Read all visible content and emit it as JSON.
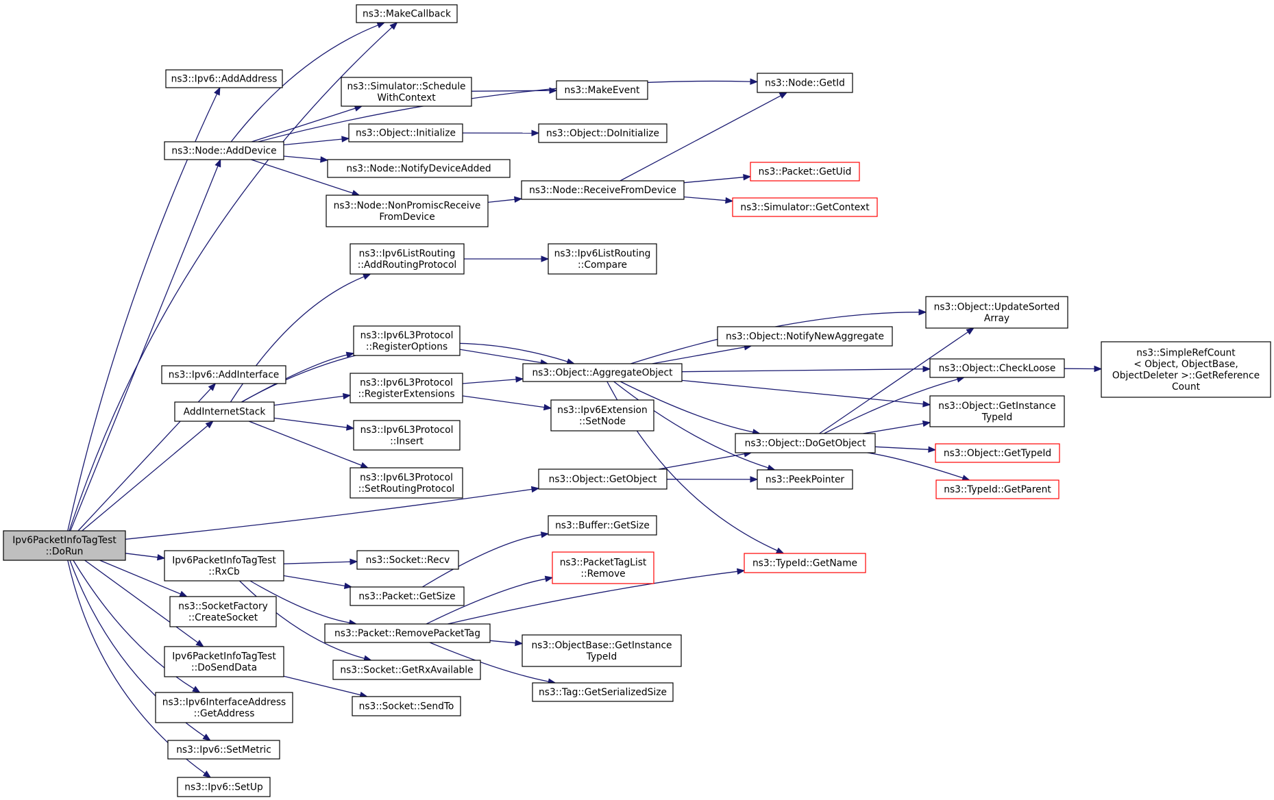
{
  "graph": {
    "title": "",
    "colors": {
      "edge": "#191970",
      "node_border": "#000000",
      "root_fill": "#bfbfbf",
      "external_border": "#ff0000"
    },
    "nodes": [
      {
        "id": "root",
        "lines": [
          "Ipv6PacketInfoTagTest",
          "::DoRun"
        ],
        "root": true
      },
      {
        "id": "makecallback",
        "lines": [
          "ns3::MakeCallback"
        ]
      },
      {
        "id": "ipv6addaddr",
        "lines": [
          "ns3::Ipv6::AddAddress"
        ]
      },
      {
        "id": "nodeadddev",
        "lines": [
          "ns3::Node::AddDevice"
        ]
      },
      {
        "id": "simschedule",
        "lines": [
          "ns3::Simulator::Schedule",
          "WithContext"
        ]
      },
      {
        "id": "objinit",
        "lines": [
          "ns3::Object::Initialize"
        ]
      },
      {
        "id": "notifydev",
        "lines": [
          "ns3::Node::NotifyDeviceAdded"
        ]
      },
      {
        "id": "nonpromisc",
        "lines": [
          "ns3::Node::NonPromiscReceive",
          "FromDevice"
        ]
      },
      {
        "id": "makeevent",
        "lines": [
          "ns3::MakeEvent"
        ]
      },
      {
        "id": "doinit",
        "lines": [
          "ns3::Object::DoInitialize"
        ]
      },
      {
        "id": "recvfromdev",
        "lines": [
          "ns3::Node::ReceiveFromDevice"
        ]
      },
      {
        "id": "getid",
        "lines": [
          "ns3::Node::GetId"
        ]
      },
      {
        "id": "getuid",
        "lines": [
          "ns3::Packet::GetUid"
        ],
        "external": true
      },
      {
        "id": "getcontext",
        "lines": [
          "ns3::Simulator::GetContext"
        ],
        "external": true
      },
      {
        "id": "ipv6addif",
        "lines": [
          "ns3::Ipv6::AddInterface"
        ]
      },
      {
        "id": "addinet",
        "lines": [
          "AddInternetStack"
        ]
      },
      {
        "id": "listaddrp",
        "lines": [
          "ns3::Ipv6ListRouting",
          "::AddRoutingProtocol"
        ]
      },
      {
        "id": "listcompare",
        "lines": [
          "ns3::Ipv6ListRouting",
          "::Compare"
        ]
      },
      {
        "id": "regopts",
        "lines": [
          "ns3::Ipv6L3Protocol",
          "::RegisterOptions"
        ]
      },
      {
        "id": "regext",
        "lines": [
          "ns3::Ipv6L3Protocol",
          "::RegisterExtensions"
        ]
      },
      {
        "id": "l3insert",
        "lines": [
          "ns3::Ipv6L3Protocol",
          "::Insert"
        ]
      },
      {
        "id": "setrp",
        "lines": [
          "ns3::Ipv6L3Protocol",
          "::SetRoutingProtocol"
        ]
      },
      {
        "id": "aggobj",
        "lines": [
          "ns3::Object::AggregateObject"
        ]
      },
      {
        "id": "extsetnode",
        "lines": [
          "ns3::Ipv6Extension",
          "::SetNode"
        ]
      },
      {
        "id": "notifyagg",
        "lines": [
          "ns3::Object::NotifyNewAggregate"
        ]
      },
      {
        "id": "updsorted",
        "lines": [
          "ns3::Object::UpdateSorted",
          "Array"
        ]
      },
      {
        "id": "checkloose",
        "lines": [
          "ns3::Object::CheckLoose"
        ]
      },
      {
        "id": "simplerefcount",
        "lines": [
          "ns3::SimpleRefCount",
          "< Object, ObjectBase,",
          "ObjectDeleter >::GetReference",
          "Count"
        ]
      },
      {
        "id": "getinsttid",
        "lines": [
          "ns3::Object::GetInstance",
          "TypeId"
        ]
      },
      {
        "id": "dogetobj",
        "lines": [
          "ns3::Object::DoGetObject"
        ]
      },
      {
        "id": "gettypeid",
        "lines": [
          "ns3::Object::GetTypeId"
        ],
        "external": true
      },
      {
        "id": "getparent",
        "lines": [
          "ns3::TypeId::GetParent"
        ],
        "external": true
      },
      {
        "id": "getobj",
        "lines": [
          "ns3::Object::GetObject"
        ]
      },
      {
        "id": "peekptr",
        "lines": [
          "ns3::PeekPointer"
        ]
      },
      {
        "id": "rxcb",
        "lines": [
          "Ipv6PacketInfoTagTest",
          "::RxCb"
        ]
      },
      {
        "id": "sockrecv",
        "lines": [
          "ns3::Socket::Recv"
        ]
      },
      {
        "id": "pktgetsize",
        "lines": [
          "ns3::Packet::GetSize"
        ]
      },
      {
        "id": "bufgetsize",
        "lines": [
          "ns3::Buffer::GetSize"
        ]
      },
      {
        "id": "ptlremove",
        "lines": [
          "ns3::PacketTagList",
          "::Remove"
        ],
        "external": true
      },
      {
        "id": "tidgetname",
        "lines": [
          "ns3::TypeId::GetName"
        ],
        "external": true
      },
      {
        "id": "rmpkttag",
        "lines": [
          "ns3::Packet::RemovePacketTag"
        ]
      },
      {
        "id": "objbasegit",
        "lines": [
          "ns3::ObjectBase::GetInstance",
          "TypeId"
        ]
      },
      {
        "id": "taggetser",
        "lines": [
          "ns3::Tag::GetSerializedSize"
        ]
      },
      {
        "id": "sockfactory",
        "lines": [
          "ns3::SocketFactory",
          "::CreateSocket"
        ]
      },
      {
        "id": "dosenddata",
        "lines": [
          "Ipv6PacketInfoTagTest",
          "::DoSendData"
        ]
      },
      {
        "id": "getrxavail",
        "lines": [
          "ns3::Socket::GetRxAvailable"
        ]
      },
      {
        "id": "sendto",
        "lines": [
          "ns3::Socket::SendTo"
        ]
      },
      {
        "id": "ifaddrget",
        "lines": [
          "ns3::Ipv6InterfaceAddress",
          "::GetAddress"
        ]
      },
      {
        "id": "setmetric",
        "lines": [
          "ns3::Ipv6::SetMetric"
        ]
      },
      {
        "id": "setup",
        "lines": [
          "ns3::Ipv6::SetUp"
        ]
      }
    ],
    "edges": [
      [
        "root",
        "makecallback"
      ],
      [
        "root",
        "ipv6addaddr"
      ],
      [
        "root",
        "nodeadddev"
      ],
      [
        "root",
        "ipv6addif"
      ],
      [
        "root",
        "addinet"
      ],
      [
        "root",
        "getobj"
      ],
      [
        "root",
        "rxcb"
      ],
      [
        "root",
        "sockfactory"
      ],
      [
        "root",
        "dosenddata"
      ],
      [
        "root",
        "ifaddrget"
      ],
      [
        "root",
        "setmetric"
      ],
      [
        "root",
        "setup"
      ],
      [
        "nodeadddev",
        "makecallback"
      ],
      [
        "nodeadddev",
        "getid"
      ],
      [
        "nodeadddev",
        "simschedule"
      ],
      [
        "nodeadddev",
        "objinit"
      ],
      [
        "nodeadddev",
        "notifydev"
      ],
      [
        "nodeadddev",
        "nonpromisc"
      ],
      [
        "simschedule",
        "makeevent"
      ],
      [
        "objinit",
        "doinit"
      ],
      [
        "nonpromisc",
        "recvfromdev"
      ],
      [
        "recvfromdev",
        "getid"
      ],
      [
        "recvfromdev",
        "getuid"
      ],
      [
        "recvfromdev",
        "getcontext"
      ],
      [
        "addinet",
        "listaddrp"
      ],
      [
        "addinet",
        "aggobj"
      ],
      [
        "addinet",
        "regopts"
      ],
      [
        "addinet",
        "regext"
      ],
      [
        "addinet",
        "l3insert"
      ],
      [
        "addinet",
        "setrp"
      ],
      [
        "listaddrp",
        "listcompare"
      ],
      [
        "regopts",
        "aggobj"
      ],
      [
        "regext",
        "aggobj"
      ],
      [
        "regext",
        "extsetnode"
      ],
      [
        "aggobj",
        "updsorted"
      ],
      [
        "aggobj",
        "notifyagg"
      ],
      [
        "aggobj",
        "checkloose"
      ],
      [
        "aggobj",
        "getinsttid"
      ],
      [
        "aggobj",
        "dogetobj"
      ],
      [
        "aggobj",
        "peekptr"
      ],
      [
        "aggobj",
        "tidgetname"
      ],
      [
        "checkloose",
        "simplerefcount"
      ],
      [
        "dogetobj",
        "updsorted"
      ],
      [
        "dogetobj",
        "checkloose"
      ],
      [
        "dogetobj",
        "getinsttid"
      ],
      [
        "dogetobj",
        "gettypeid"
      ],
      [
        "dogetobj",
        "getparent"
      ],
      [
        "getobj",
        "dogetobj"
      ],
      [
        "getobj",
        "peekptr"
      ],
      [
        "rxcb",
        "sockrecv"
      ],
      [
        "rxcb",
        "pktgetsize"
      ],
      [
        "rxcb",
        "rmpkttag"
      ],
      [
        "rxcb",
        "getrxavail"
      ],
      [
        "pktgetsize",
        "bufgetsize"
      ],
      [
        "rmpkttag",
        "ptlremove"
      ],
      [
        "rmpkttag",
        "tidgetname"
      ],
      [
        "rmpkttag",
        "objbasegit"
      ],
      [
        "rmpkttag",
        "taggetser"
      ],
      [
        "dosenddata",
        "sendto"
      ]
    ]
  }
}
